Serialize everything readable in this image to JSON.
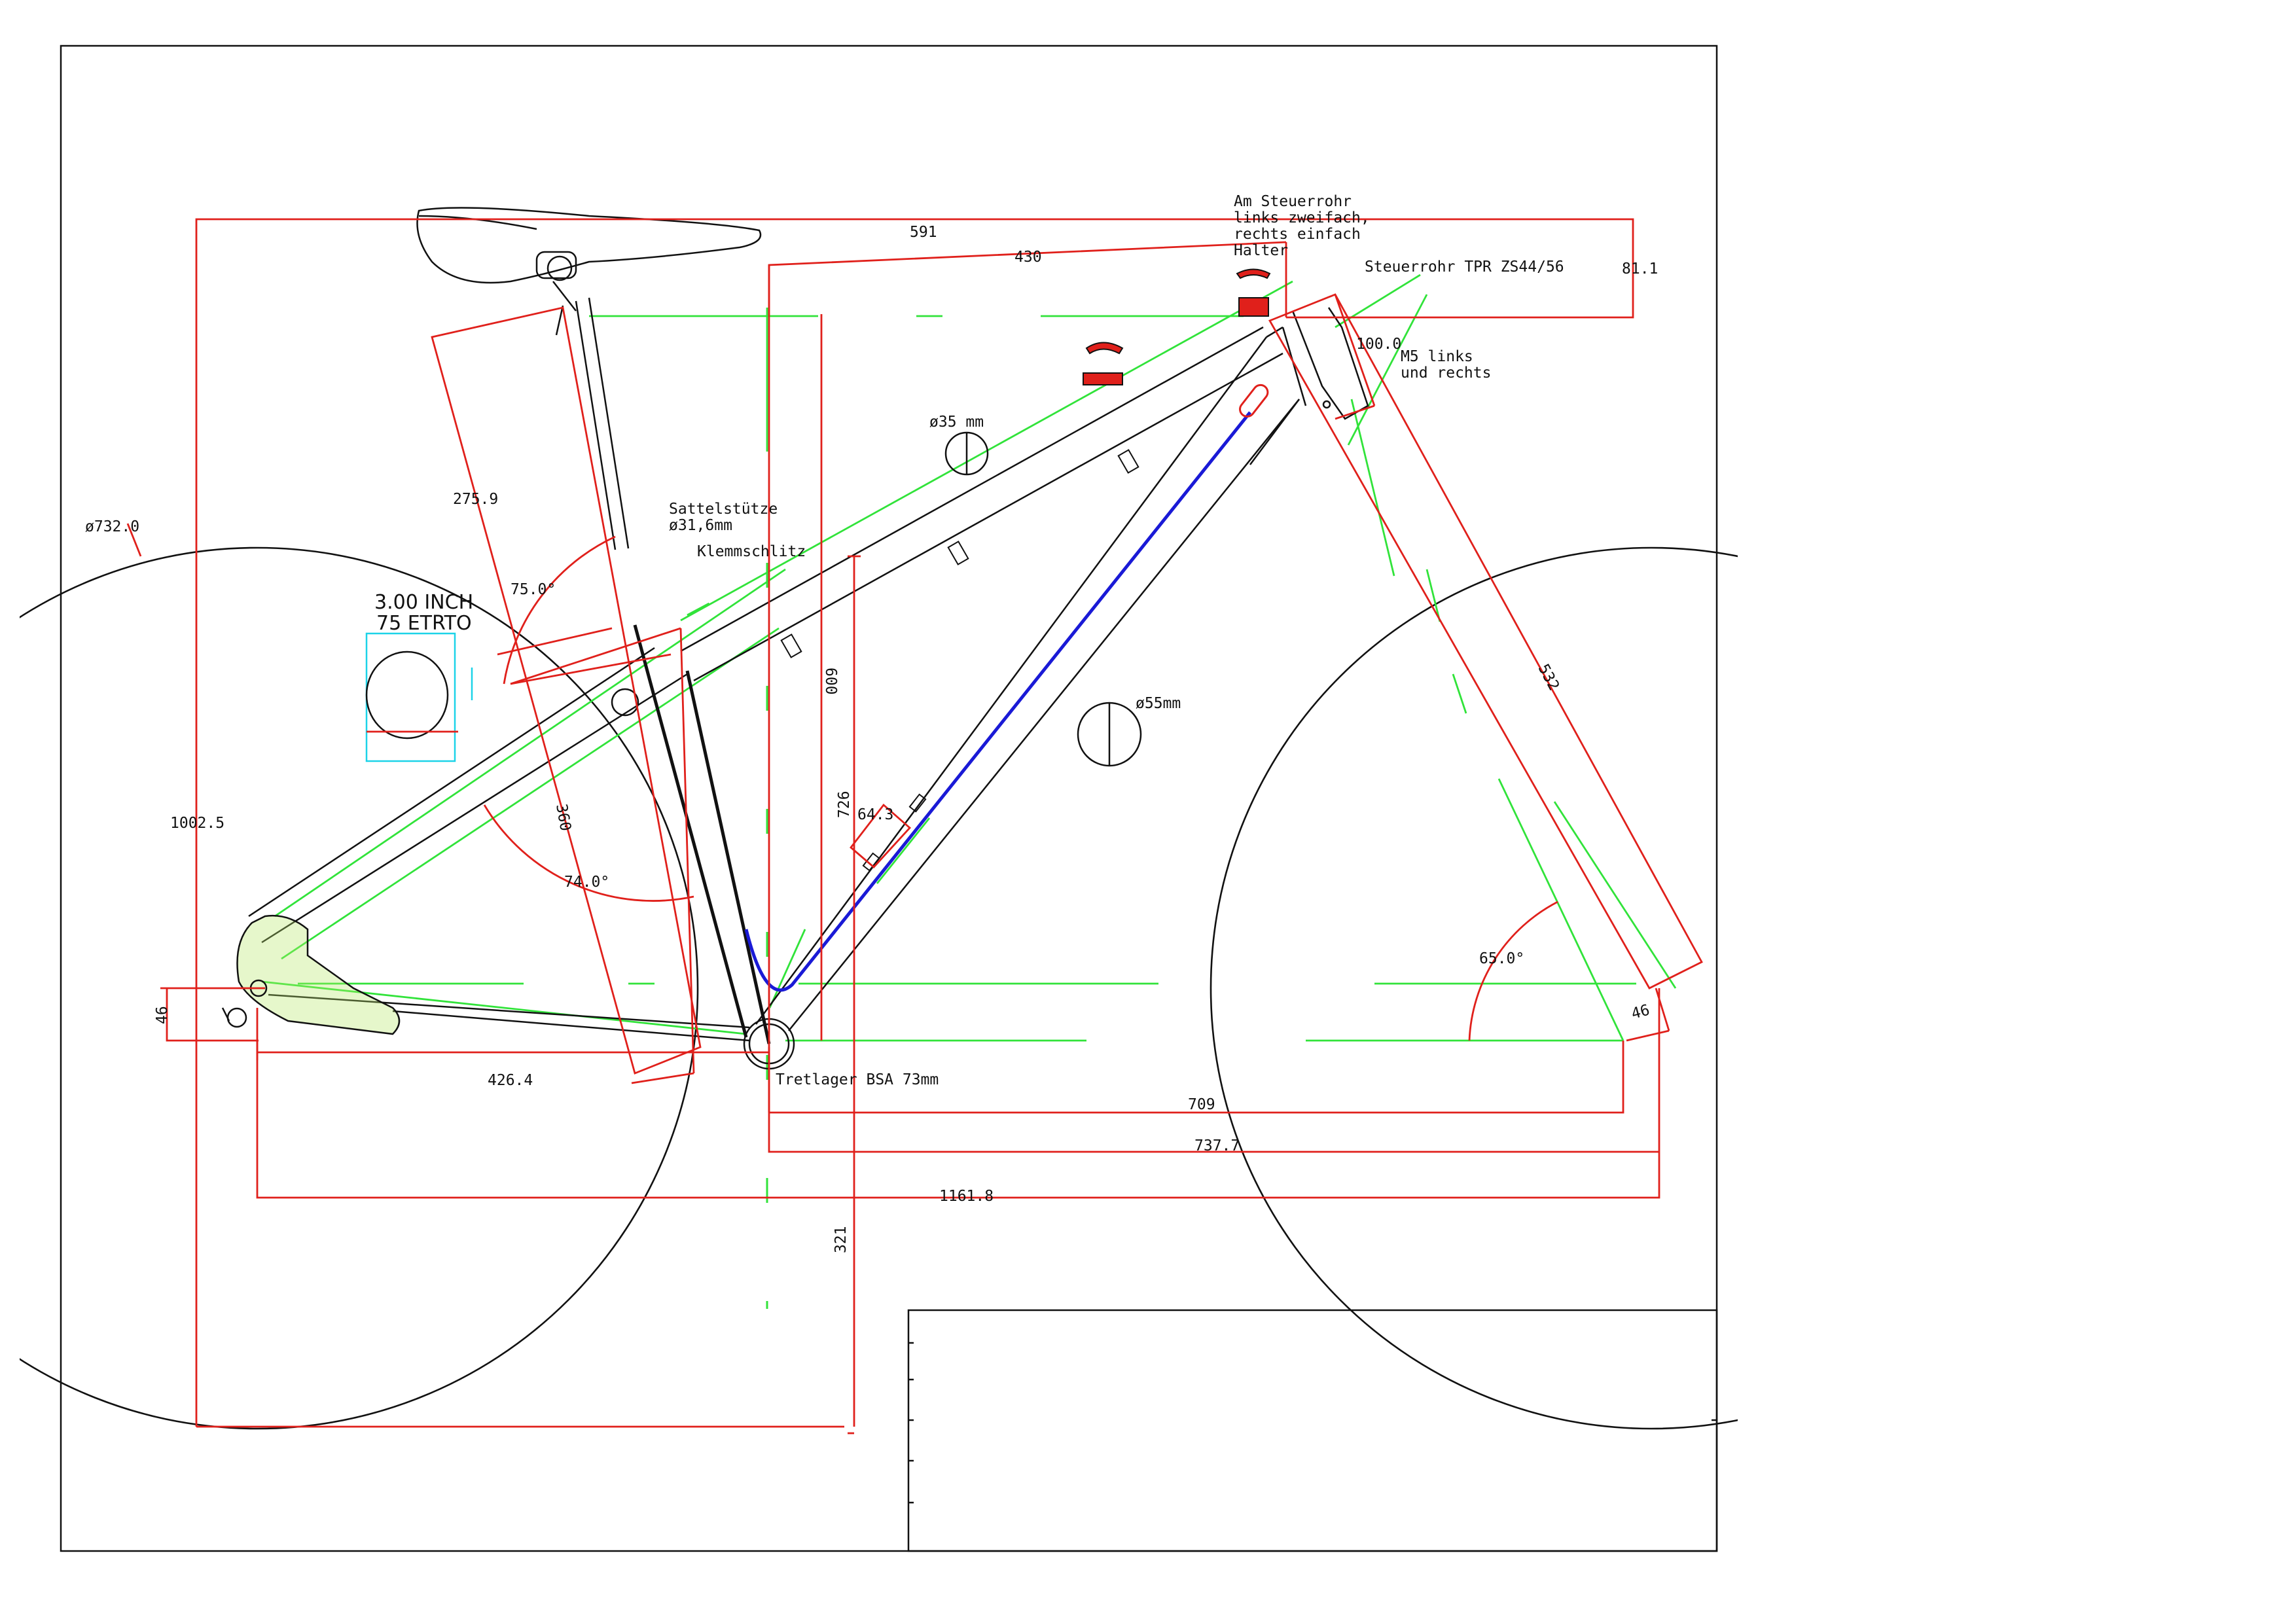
{
  "notes": {
    "steuerrohr_halter_1": "Am Steuerrohr",
    "steuerrohr_halter_2": "links zweifach,",
    "steuerrohr_halter_3": "rechts einfach",
    "steuerrohr_halter_4": "Halter",
    "steuerrohr_type": "Steuerrohr TPR ZS44/56",
    "m5_1": "M5 links",
    "m5_2": "und rechts",
    "sattelstuetze_1": "Sattelstütze",
    "sattelstuetze_2": "ø31,6mm",
    "klemmschlitz": "Klemmschlitz",
    "tretlager": "Tretlager BSA 73mm",
    "tire_size": "3.00 INCH",
    "tire_etrto": "75 ETRTO",
    "tube_35": "ø35 mm",
    "tube_55": "ø55mm"
  },
  "dimensions": {
    "d591": "591",
    "d430": "430",
    "d81": "81.1",
    "d100": "100.0",
    "d275": "275.9",
    "d732": "ø732.0",
    "d75deg": "75.0°",
    "d1002": "1002.5",
    "d360": "360",
    "d74deg": "74.0°",
    "d600": "600",
    "d726": "726",
    "d64": "64.3",
    "d532": "532",
    "d65deg": "65.0°",
    "d46left": "46",
    "d46right": "46",
    "d426": "426.4",
    "d709": "709",
    "d737": "737.7",
    "d1161": "1161.8",
    "d321": "321"
  }
}
